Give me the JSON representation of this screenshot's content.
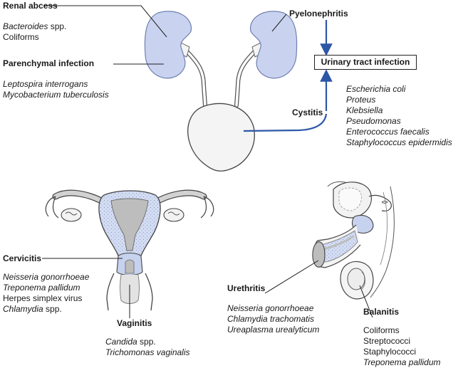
{
  "colors": {
    "kidney_fill": "#c9d3f0",
    "kidney_stroke": "#6f7fb0",
    "arrow_blue": "#2c57a6",
    "tissue_grey": "#bdbdbd",
    "stipple_blue": "#c6d2ee",
    "line": "#222222"
  },
  "labels": {
    "renal_abscess": {
      "title": "Renal abcess",
      "lines": [
        {
          "italic": "Bacteroides",
          "plain": " spp."
        },
        {
          "italic": "",
          "plain": "Coliforms"
        }
      ]
    },
    "parenchymal": {
      "title": "Parenchymal infection",
      "lines": [
        "Leptospira interrogans",
        "Mycobacterium tuberculosis"
      ]
    },
    "pyelonephritis": {
      "title": "Pyelonephritis"
    },
    "uti": {
      "title": "Urinary tract infection"
    },
    "cystitis": {
      "title": "Cystitis",
      "lines": [
        "Escherichia coli",
        "Proteus",
        "Klebsiella",
        "Pseudomonas",
        "Enterococcus faecalis",
        "Staphylococcus epidermidis"
      ]
    },
    "cervicitis": {
      "title": "Cervicitis",
      "lines": [
        {
          "italic": "Neisseria gonorrhoeae",
          "plain": ""
        },
        {
          "italic": "Treponema pallidum",
          "plain": ""
        },
        {
          "italic": "",
          "plain": "Herpes simplex virus"
        },
        {
          "italic": "Chlamydia",
          "plain": " spp."
        }
      ]
    },
    "vaginitis": {
      "title": "Vaginitis",
      "lines": [
        {
          "italic": "Candida",
          "plain": " spp."
        },
        {
          "italic": "Trichomonas vaginalis",
          "plain": ""
        }
      ]
    },
    "urethritis": {
      "title": "Urethritis",
      "lines": [
        "Neisseria gonorrhoeae",
        "Chlamydia trachomatis",
        "Ureaplasma urealyticum"
      ]
    },
    "balanitis": {
      "title": "Balanitis",
      "lines": [
        {
          "italic": "",
          "plain": "Coliforms"
        },
        {
          "italic": "",
          "plain": "Streptococci"
        },
        {
          "italic": "",
          "plain": "Staphylococci"
        },
        {
          "italic": "Treponema pallidum",
          "plain": ""
        }
      ]
    }
  }
}
